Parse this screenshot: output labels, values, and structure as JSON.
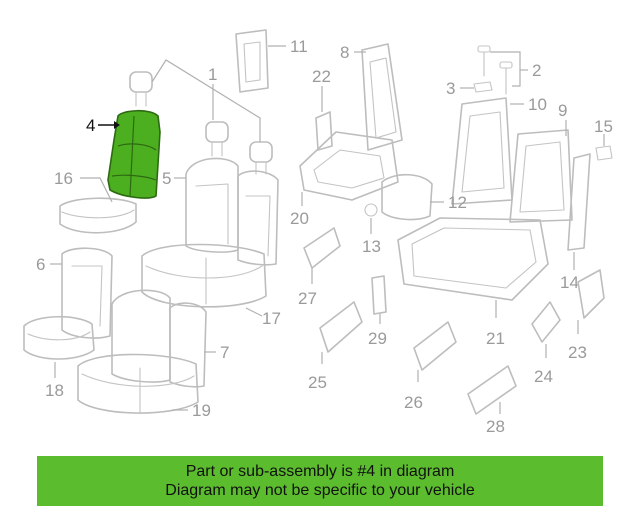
{
  "diagram": {
    "highlighted_part": "4",
    "highlight_color": "#4caf1f",
    "callouts": [
      "1",
      "2",
      "3",
      "4",
      "5",
      "6",
      "7",
      "8",
      "9",
      "10",
      "11",
      "12",
      "13",
      "14",
      "15",
      "16",
      "17",
      "18",
      "19",
      "20",
      "21",
      "22",
      "23",
      "24",
      "25",
      "26",
      "27",
      "28",
      "29"
    ]
  },
  "banner": {
    "line1": "Part or sub-assembly is #4 in diagram",
    "line2": "Diagram may not be specific to your vehicle",
    "color": "#5bbc2e"
  }
}
